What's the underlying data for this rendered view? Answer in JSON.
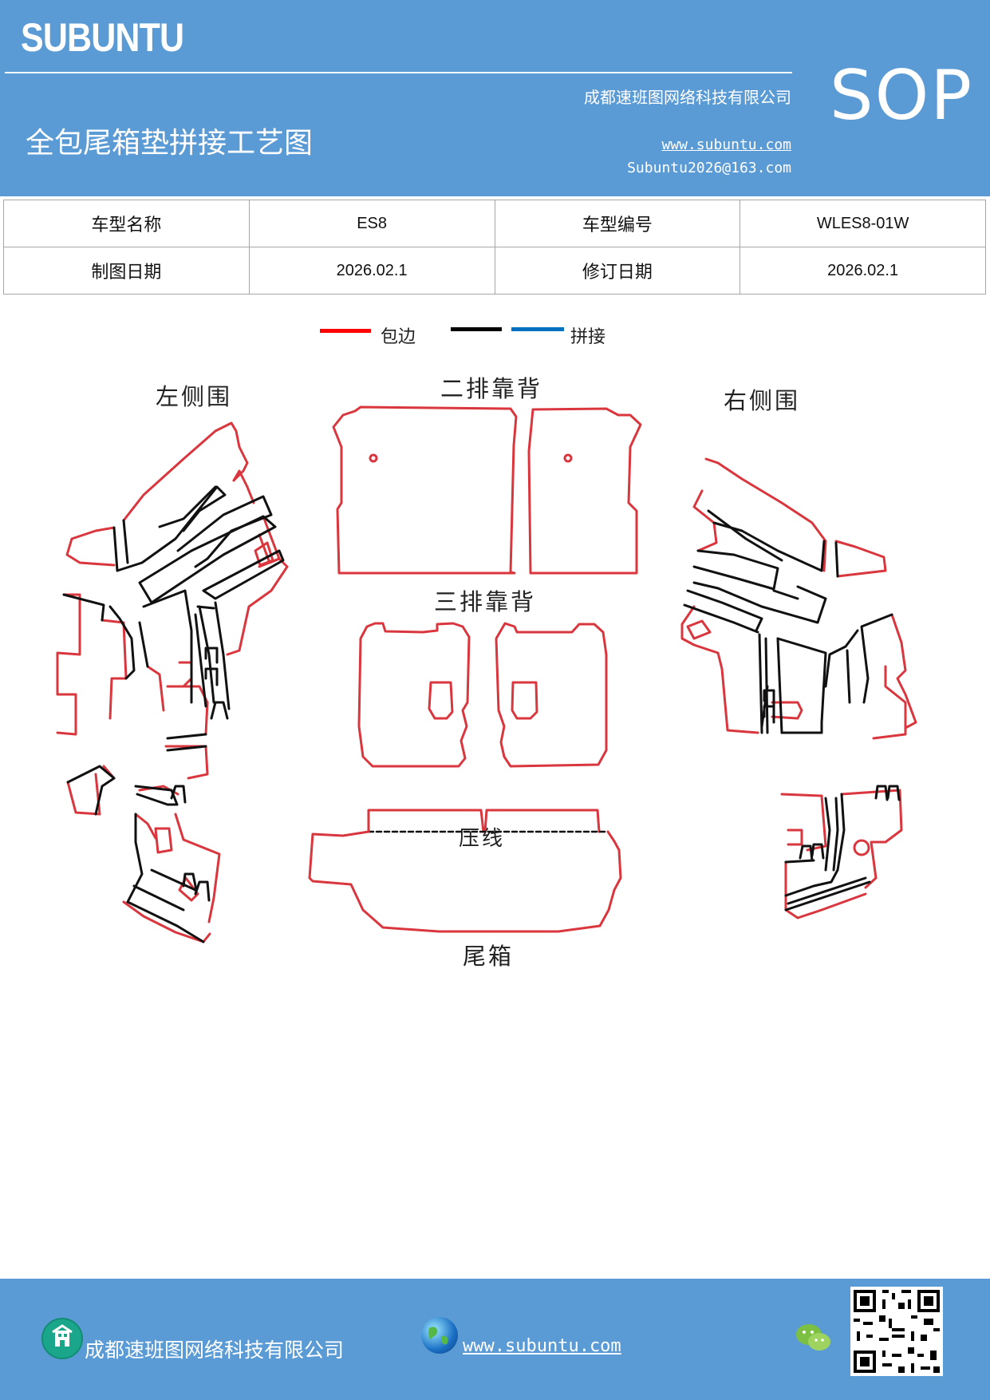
{
  "header": {
    "brand": "SUBUNTU",
    "sop": "SOP",
    "company": "成都速班图网络科技有限公司",
    "title": "全包尾箱垫拼接工艺图",
    "website": "www.subuntu.com",
    "email": "Subuntu2026@163.com"
  },
  "info_table": {
    "rows": [
      {
        "label1": "车型名称",
        "value1": "ES8",
        "label2": "车型编号",
        "value2": "WLES8-01W"
      },
      {
        "label1": "制图日期",
        "value1": "2026.02.1",
        "label2": "修订日期",
        "value2": "2026.02.1"
      }
    ]
  },
  "legend": {
    "edge_label": "包边",
    "splice_label": "拼接",
    "colors": {
      "edge": "#ff0000",
      "black": "#000000",
      "blue": "#0070c0"
    }
  },
  "sections": {
    "left_side": "左侧围",
    "second_row": "二排靠背",
    "right_side": "右侧围",
    "third_row": "三排靠背",
    "crease": "压线",
    "trunk": "尾箱"
  },
  "footer": {
    "company": "成都速班图网络科技有限公司",
    "website": "www.subuntu.com"
  },
  "colors": {
    "header_bg": "#5b9bd5",
    "outline_red": "#d9363e",
    "outline_black": "#111111"
  }
}
